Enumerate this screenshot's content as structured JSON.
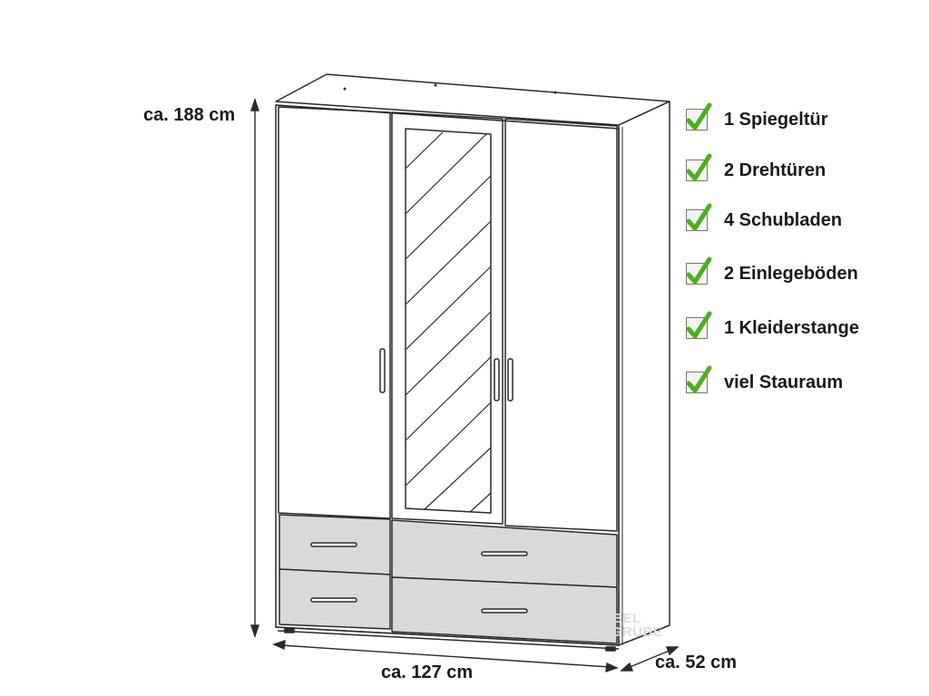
{
  "dimensions": {
    "height": "ca. 188 cm",
    "width": "ca. 127 cm",
    "depth": "ca. 52 cm"
  },
  "features": [
    "1 Spiegeltür",
    "2 Drehtüren",
    "4 Schubladen",
    "2 Einlegeböden",
    "1 Kleiderstange",
    "viel Stauraum"
  ],
  "watermark": {
    "line1_prefix": "Die",
    "line1": "MÖBEL",
    "line2": "FUNDGRUBE"
  },
  "colors": {
    "check": "#4caf1e",
    "drawer": "#d9d9d9",
    "line": "#2a2a2a"
  }
}
